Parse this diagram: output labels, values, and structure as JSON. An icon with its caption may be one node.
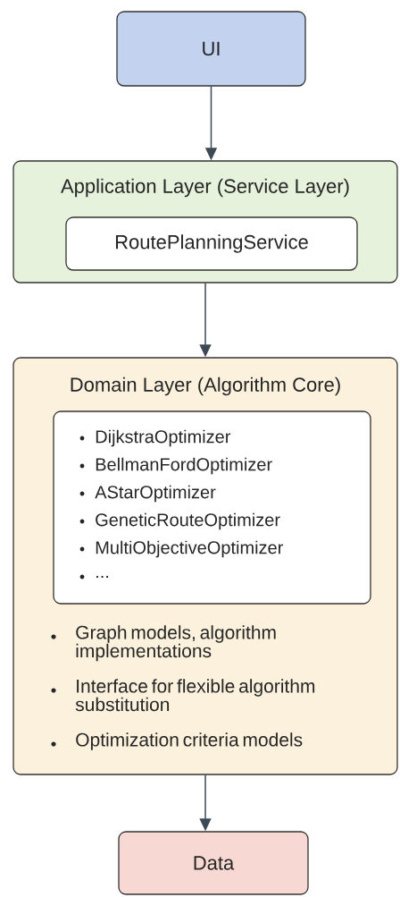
{
  "diagram": {
    "nodes": [
      {
        "text": [
          "UI"
        ]
      },
      {
        "text": [
          "Application Layer (Service Layer)"
        ]
      },
      {
        "text": [
          "RoutePlanningService"
        ],
        "in": 1
      },
      {
        "text": [
          "Domain Layer (Algorithm Core)",
          "Graph models, algorithm implementations",
          "Interface for flexible algorithm substitution",
          "Optimization criteria models"
        ]
      },
      {
        "text": [
          "DijkstraOptimizer",
          "BellmanFordOptimizer",
          "AStarOptimizer",
          "GeneticRouteOptimizer",
          "MultiObjectiveOptimizer",
          "..."
        ],
        "in": 3
      },
      {
        "text": [
          "Data"
        ]
      }
    ],
    "edges": [
      {
        "from": 0,
        "to": 1,
        "arrow": "to"
      },
      {
        "from": 1,
        "to": 3,
        "arrow": "to"
      },
      {
        "from": 3,
        "to": 5,
        "arrow": "to"
      }
    ]
  }
}
